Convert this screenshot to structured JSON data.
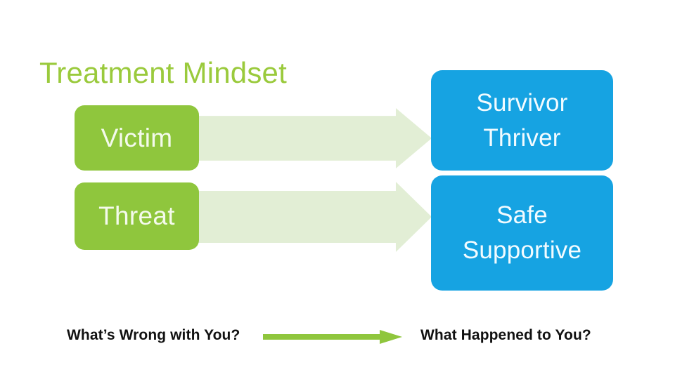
{
  "slide": {
    "title": "Treatment Mindset",
    "background_color": "#ffffff",
    "accent_green": "#8FC63D",
    "accent_pale_green": "#E2EED5",
    "accent_blue": "#16A3E2",
    "title_color": "#9ACA3C",
    "caption_color": "#111111"
  },
  "rows": [
    {
      "from_label": "Victim",
      "to_label_line1": "Survivor",
      "to_label_line2": "Thriver",
      "arrow_icon": "right-block-arrow-icon"
    },
    {
      "from_label": "Threat",
      "to_label_line1": "Safe",
      "to_label_line2": "Supportive",
      "arrow_icon": "right-block-arrow-icon"
    }
  ],
  "footer": {
    "left_caption": "What’s Wrong with You?",
    "right_caption": "What Happened to You?",
    "arrow_icon": "right-line-arrow-icon",
    "arrow_color": "#8FC63D"
  }
}
